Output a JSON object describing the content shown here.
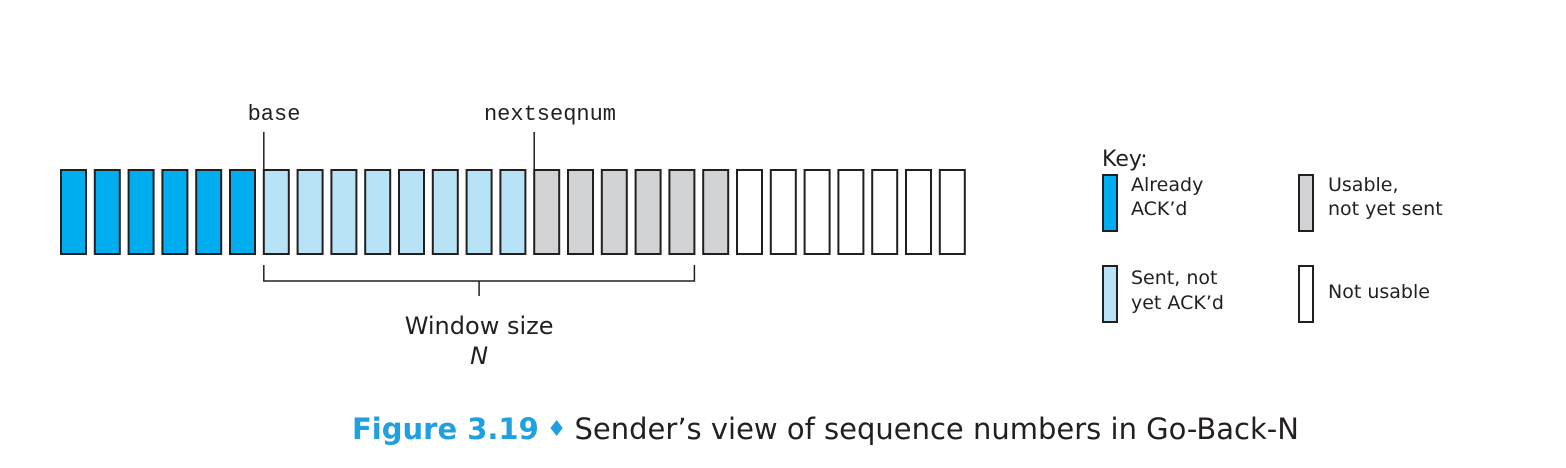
{
  "labels": {
    "base": "base",
    "nextseqnum": "nextseqnum",
    "window_size": "Window size",
    "window_n": "N"
  },
  "sequence": [
    "acked",
    "acked",
    "acked",
    "acked",
    "acked",
    "acked",
    "sent",
    "sent",
    "sent",
    "sent",
    "sent",
    "sent",
    "sent",
    "sent",
    "usable",
    "usable",
    "usable",
    "usable",
    "usable",
    "usable",
    "unusable",
    "unusable",
    "unusable",
    "unusable",
    "unusable",
    "unusable",
    "unusable"
  ],
  "base_index": 6,
  "nextseqnum_index": 14,
  "window_end_index": 19,
  "key": {
    "title": "Key:",
    "acked": [
      "Already",
      "ACK’d"
    ],
    "sent": [
      "Sent, not",
      "yet ACK’d"
    ],
    "usable": [
      "Usable,",
      "not yet sent"
    ],
    "unusable": [
      "Not usable"
    ]
  },
  "colors": {
    "acked": "#00aeef",
    "sent": "#b8e3f7",
    "usable": "#d1d2d4",
    "unusable": "#ffffff",
    "stroke": "#231f20",
    "caption_accent": "#1fa0e0"
  },
  "caption": {
    "figure": "Figure 3.19",
    "separator": "♦",
    "text": "Sender’s view of sequence numbers in Go-Back-N"
  }
}
